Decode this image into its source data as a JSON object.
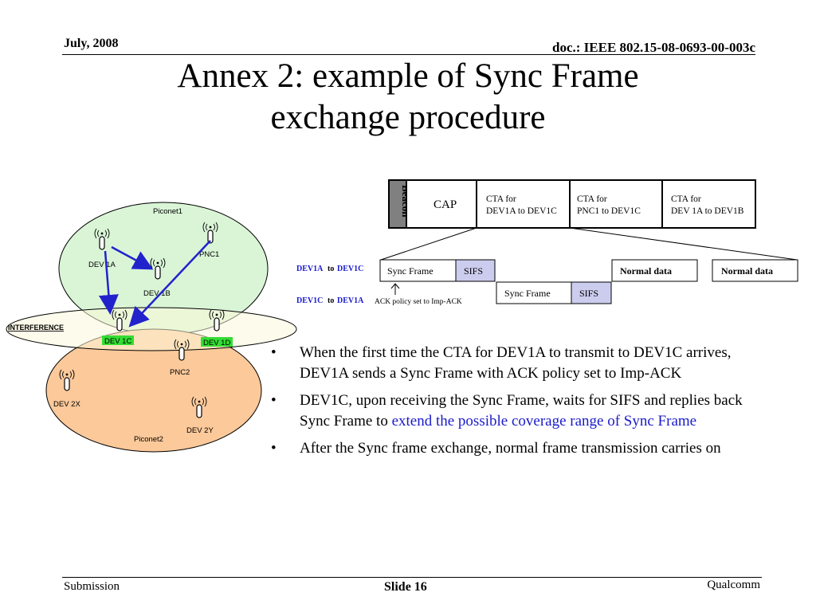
{
  "header": {
    "date": "July, 2008",
    "doc": "doc.: IEEE 802.15-08-0693-00-003c"
  },
  "title": {
    "line1": "Annex 2: example of Sync Frame",
    "line2": "exchange procedure"
  },
  "network": {
    "piconet1": "Piconet1",
    "piconet2": "Piconet2",
    "interference": "INTERFERENCE",
    "dev1a": "DEV 1A",
    "dev1b": "DEV 1B",
    "dev1c": "DEV 1C",
    "dev1d": "DEV 1D",
    "pnc1": "PNC1",
    "pnc2": "PNC2",
    "dev2x": "DEV 2X",
    "dev2y": "DEV 2Y",
    "colors": {
      "piconet1_fill": "#d9f5d6",
      "piconet2_fill": "#fcc99a",
      "interference_fill": "#fbf7da",
      "highlight": "#33dd33",
      "arrow": "#2222cc"
    }
  },
  "superframe": {
    "beacon": "Beacon",
    "cap": "CAP",
    "cta1_line1": "CTA for",
    "cta1_line2": "DEV1A to DEV1C",
    "cta2_line1": "CTA for",
    "cta2_line2": "PNC1 to DEV1C",
    "cta3_line1": "CTA for",
    "cta3_line2": "DEV 1A to DEV1B"
  },
  "exchange": {
    "row1_src": "DEV1A",
    "row1_to": "to",
    "row1_dst": "DEV1C",
    "row2_src": "DEV1C",
    "row2_to": "to",
    "row2_dst": "DEV1A",
    "sync_frame_1": "Sync Frame",
    "sifs_1": "SIFS",
    "sync_frame_2": "Sync Frame",
    "sifs_2": "SIFS",
    "normal_data_1": "Normal data",
    "normal_data_2": "Normal data",
    "ack_note": "ACK policy set to Imp-ACK",
    "colors": {
      "sifs_fill": "#ccccee",
      "label_blue": "#1a1acc"
    }
  },
  "bullets": [
    {
      "text": "When the first time the CTA for DEV1A to transmit to DEV1C arrives, DEV1A sends a Sync Frame with ACK policy set to Imp-ACK"
    },
    {
      "text": "DEV1C, upon receiving the Sync Frame, waits for SIFS and replies back Sync Frame to ",
      "highlight": "extend the possible coverage range of Sync Frame"
    },
    {
      "text": "After the Sync frame exchange, normal frame transmission carries on"
    }
  ],
  "bullet_symbol": "•",
  "footer": {
    "left": "Submission",
    "center": "Slide 16",
    "right": "Qualcomm"
  }
}
